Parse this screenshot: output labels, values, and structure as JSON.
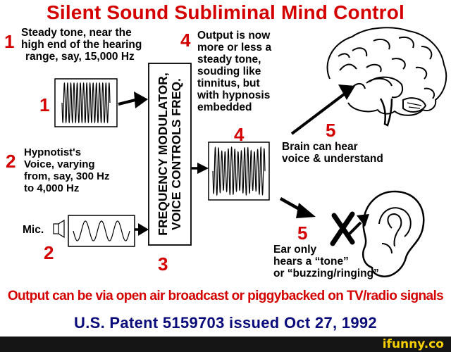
{
  "title": "Silent Sound Subliminal Mind Control",
  "step1": {
    "num": "1",
    "lines": [
      "Steady tone, near the",
      "high end of the hearing",
      "range, say,  15,000 Hz"
    ],
    "label": "1"
  },
  "step2": {
    "num": "2",
    "lines": [
      "Hypnotist's",
      "Voice, varying",
      "from, say, 300 Hz",
      "to 4,000 Hz"
    ],
    "mic": "Mic.",
    "label": "2"
  },
  "step3": {
    "box_text": [
      "FREQUENCY MODULATOR,",
      "VOICE CONTROLS FREQ."
    ],
    "label": "3"
  },
  "step4": {
    "num": "4",
    "lines": [
      "Output is now",
      "more or less a",
      "steady tone,",
      "souding like",
      "tinnitus, but",
      "with hypnosis",
      "embedded"
    ],
    "label": "4"
  },
  "step5_brain": {
    "label": "5",
    "lines": [
      "Brain can hear",
      "voice & understand"
    ]
  },
  "step5_ear": {
    "label": "5",
    "lines": [
      "Ear only",
      "hears a “tone”",
      "or “buzzing/ringing”"
    ]
  },
  "bottom_note": "Output can be via open air broadcast or piggybacked on TV/radio signals",
  "patent": "U.S. Patent 5159703 issued Oct 27, 1992",
  "watermark": "ifunny.co",
  "colors": {
    "red": "#d40000",
    "navy": "#0a0a7a",
    "black": "#000000",
    "brand": "#f5d000"
  },
  "icons": [
    "brain-icon",
    "ear-icon",
    "microphone-icon",
    "cross-mark-icon"
  ]
}
